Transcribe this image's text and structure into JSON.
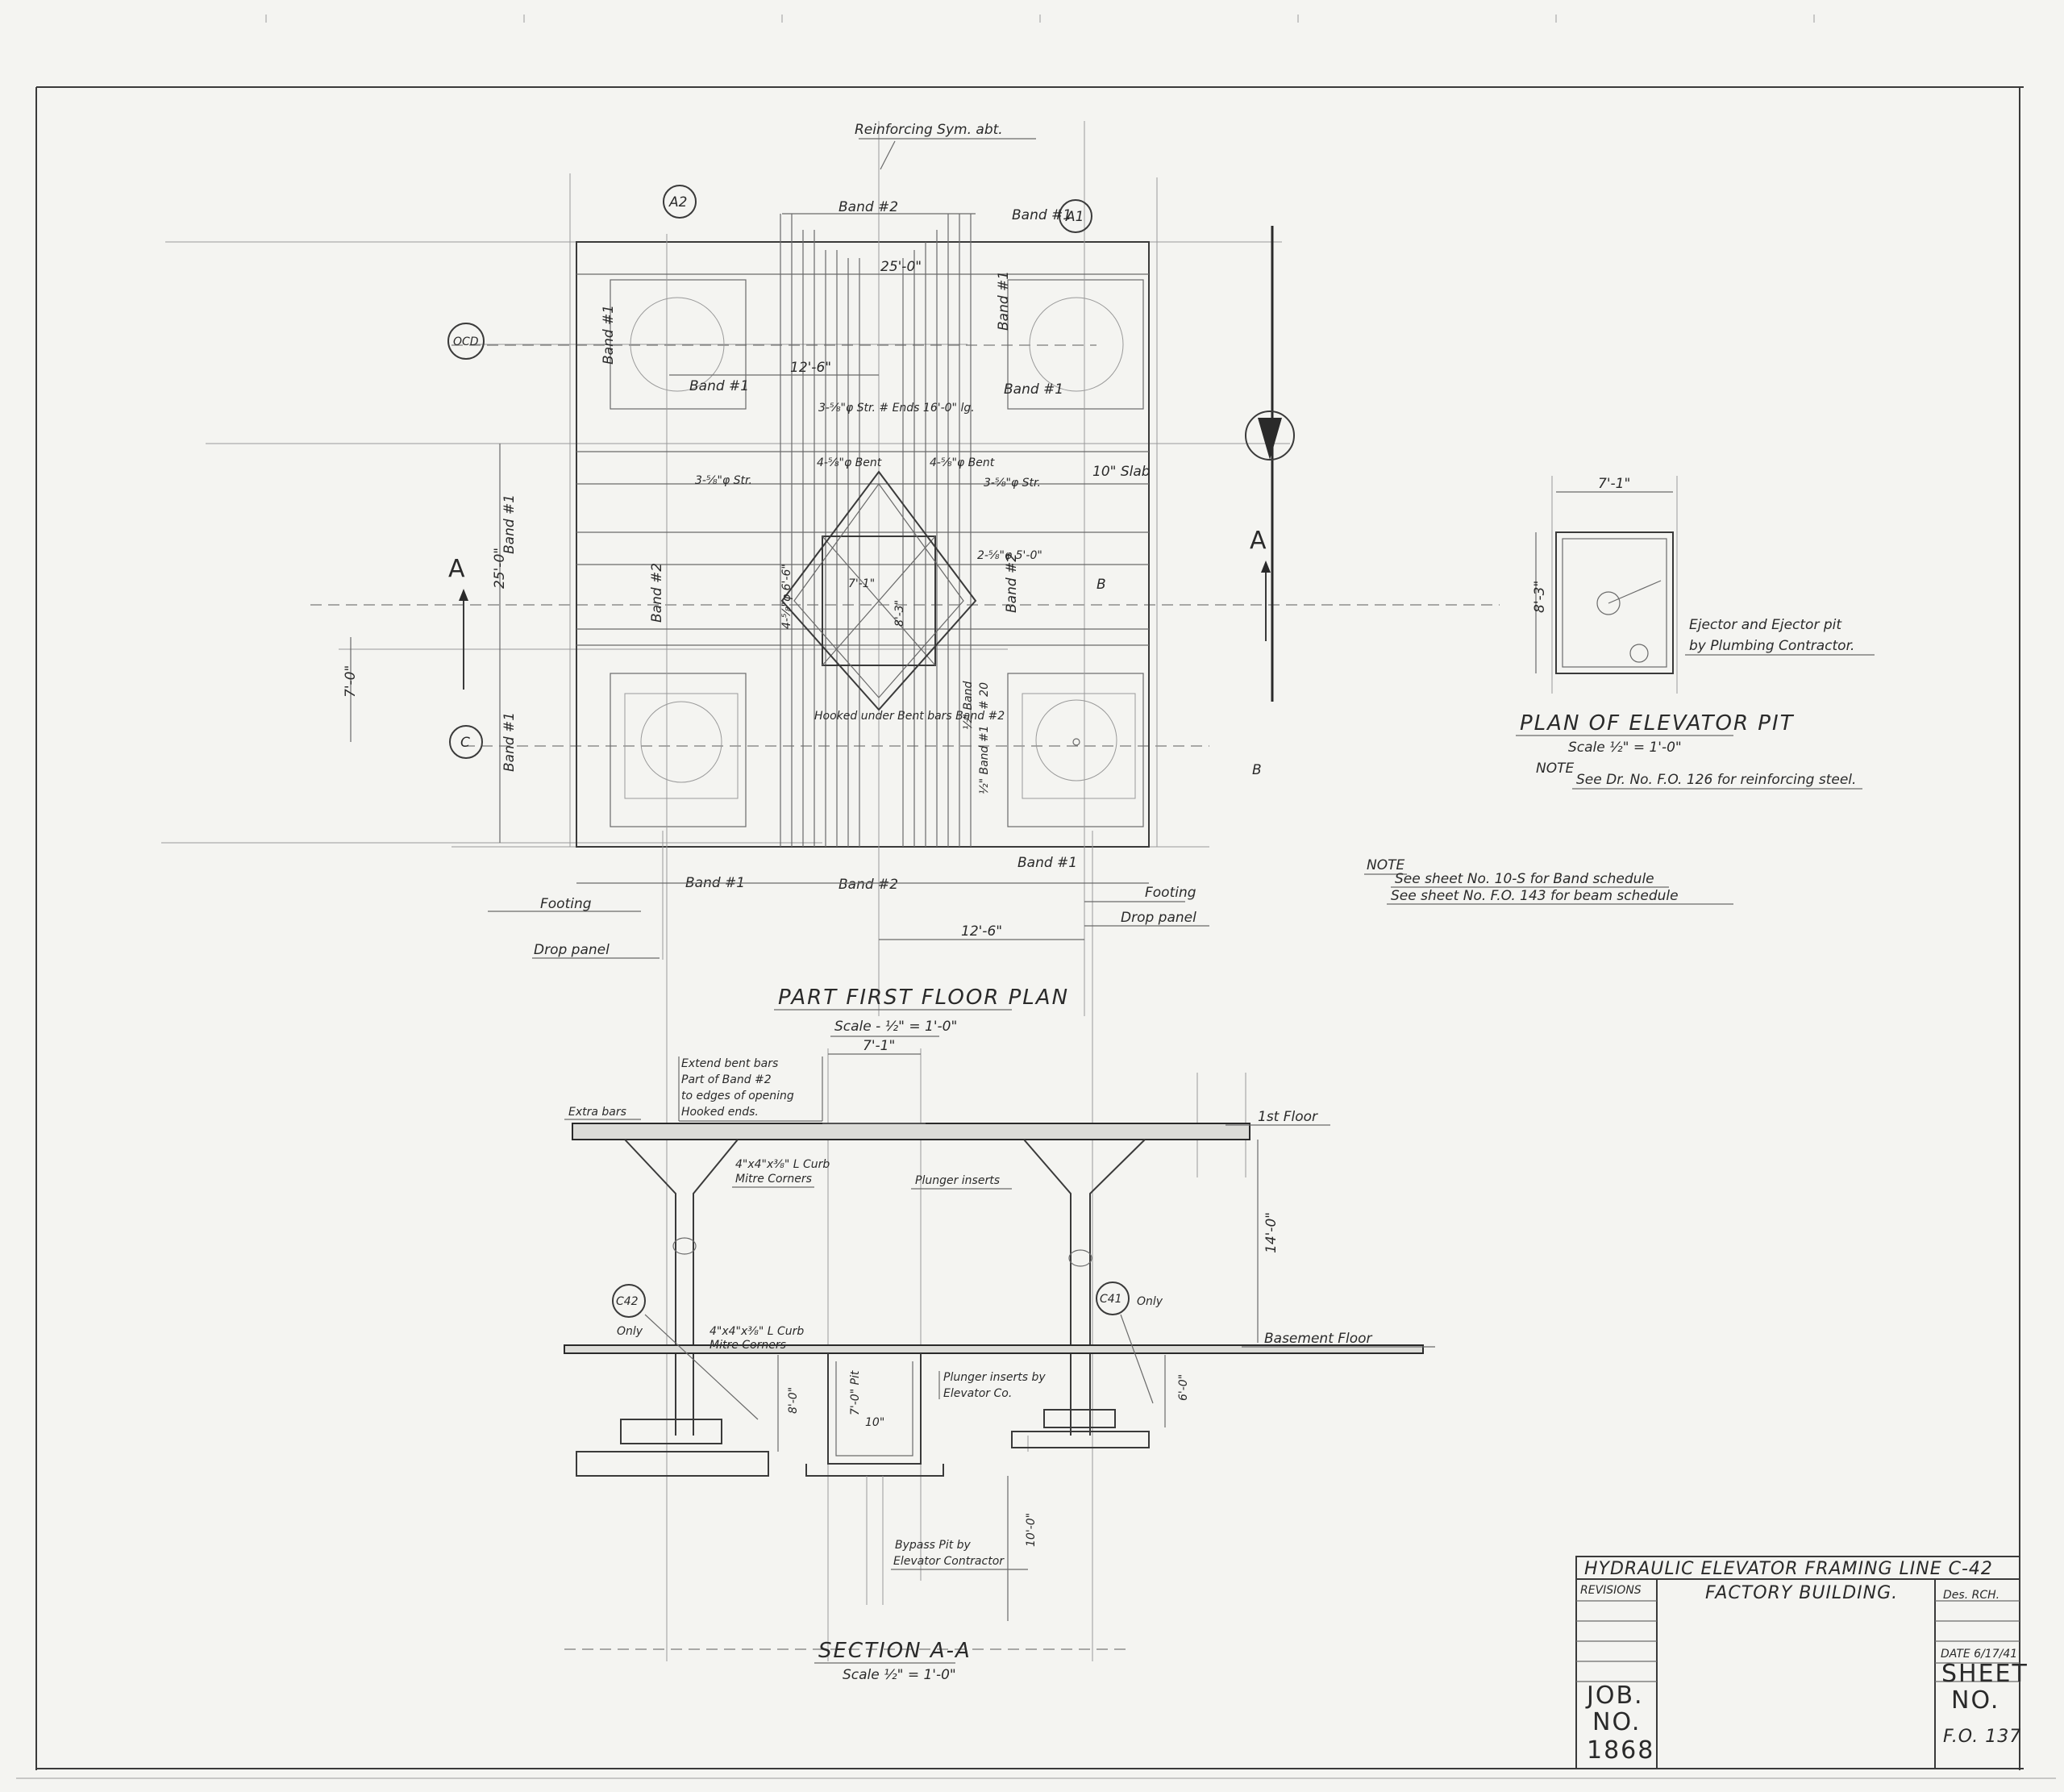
{
  "plan": {
    "title": "PART FIRST FLOOR PLAN",
    "scale": "Scale - ½\" = 1'-0\"",
    "reinforcing_symbol": "Reinforcing Sym. abt.",
    "grid": {
      "a42": "A2",
      "a41": "A1",
      "c_left": "C",
      "c_right": "B",
      "ocd": "OCD"
    },
    "section_mark": "A",
    "dimensions": {
      "top_width": "25'-0\"",
      "left_height": "25'-0\"",
      "seven_ft": "7'-0\"",
      "half_span": "12'-6\"",
      "bottom_span": "12'-6\"",
      "opening_w": "7'-1\"",
      "opening_h": "8'-3\""
    },
    "bands": {
      "band2_top": "Band #2",
      "band1_top": "Band #1",
      "band1_vert_right": "Band #1",
      "band1_vert_left": "Band #1",
      "band1_h_left": "Band #1",
      "band1_h_right": "Band #1",
      "band1_left_mid": "Band #1",
      "band1_left_low": "Band #1",
      "band2_left": "Band #2",
      "band2_right": "Band #2",
      "band1_bottom_left": "Band #1",
      "band2_bottom": "Band #2",
      "band1_bottom_right": "Band #1"
    },
    "bars": {
      "str_ends": "3-⅝\"φ Str. # Ends 16'-0\" lg.",
      "str_left": "3-⅝\"φ Str.",
      "str_right": "3-⅝\"φ Str.",
      "bent_left": "4-⅝\"φ Bent",
      "bent_right": "4-⅝\"φ Bent",
      "diag_right": "2-⅝\"φ 5'-0\"",
      "diag_left": "4-⅝\"φ 6'-6\"",
      "slab": "10\" Slab",
      "hooked": "Hooked under Bent bars Band #2",
      "n20": "# 20",
      "band1_note": "½\" Band #1",
      "band2_note": "½\" Band"
    },
    "labels": {
      "footing_left": "Footing",
      "drop_left": "Drop panel",
      "footing_right": "Footing",
      "drop_right": "Drop panel"
    }
  },
  "pit": {
    "title": "PLAN OF ELEVATOR PIT",
    "scale": "Scale ½\" = 1'-0\"",
    "width": "7'-1\"",
    "height": "8'-3\"",
    "ejector_note_1": "Ejector and Ejector pit",
    "ejector_note_2": "by Plumbing Contractor.",
    "note_label": "NOTE",
    "note_text": "See Dr. No. F.O. 126 for reinforcing steel."
  },
  "notes": {
    "label": "NOTE",
    "line1": "See sheet No. 10-S for Band schedule",
    "line2": "See sheet No. F.O. 143 for beam schedule"
  },
  "section": {
    "title": "SECTION A-A",
    "scale": "Scale ½\" = 1'-0\"",
    "top_dim": "7'-1\"",
    "extend_note_1": "Extend bent bars",
    "extend_note_2": "Part of Band #2",
    "extend_note_3": "to edges of opening",
    "extend_note_4": "Hooked ends.",
    "extra_bars": "Extra bars",
    "first_floor": "1st Floor",
    "curb_top_1": "4\"x4\"x⅜\" L Curb",
    "curb_top_2": "Mitre Corners",
    "plunger_inserts": "Plunger inserts",
    "height": "14'-0\"",
    "c42": "C42",
    "c41": "C41",
    "only_left": "Only",
    "only_right": "Only",
    "curb_bot_1": "4\"x4\"x⅜\" L Curb",
    "curb_bot_2": "Mitre Corners",
    "basement_floor": "Basement Floor",
    "plunger_elev_1": "Plunger inserts by",
    "plunger_elev_2": "Elevator Co.",
    "pit_depth": "7'-0\" Pit",
    "dim_left": "8'-0\"",
    "dim_right": "6'-0\"",
    "small_dim": "10\"",
    "deep": "10'-0\"",
    "bypass_1": "Bypass Pit by",
    "bypass_2": "Elevator Contractor"
  },
  "titleblock": {
    "title": "HYDRAULIC ELEVATOR FRAMING LINE C-42",
    "building": "FACTORY BUILDING.",
    "revisions": "REVISIONS",
    "des": "Des. RCH.",
    "date": "DATE 6/17/41",
    "job_label_1": "JOB.",
    "job_label_2": "NO.",
    "job_no": "1868",
    "sheet_label_1": "SHEET",
    "sheet_label_2": "NO.",
    "sheet_no": "F.O. 137"
  }
}
